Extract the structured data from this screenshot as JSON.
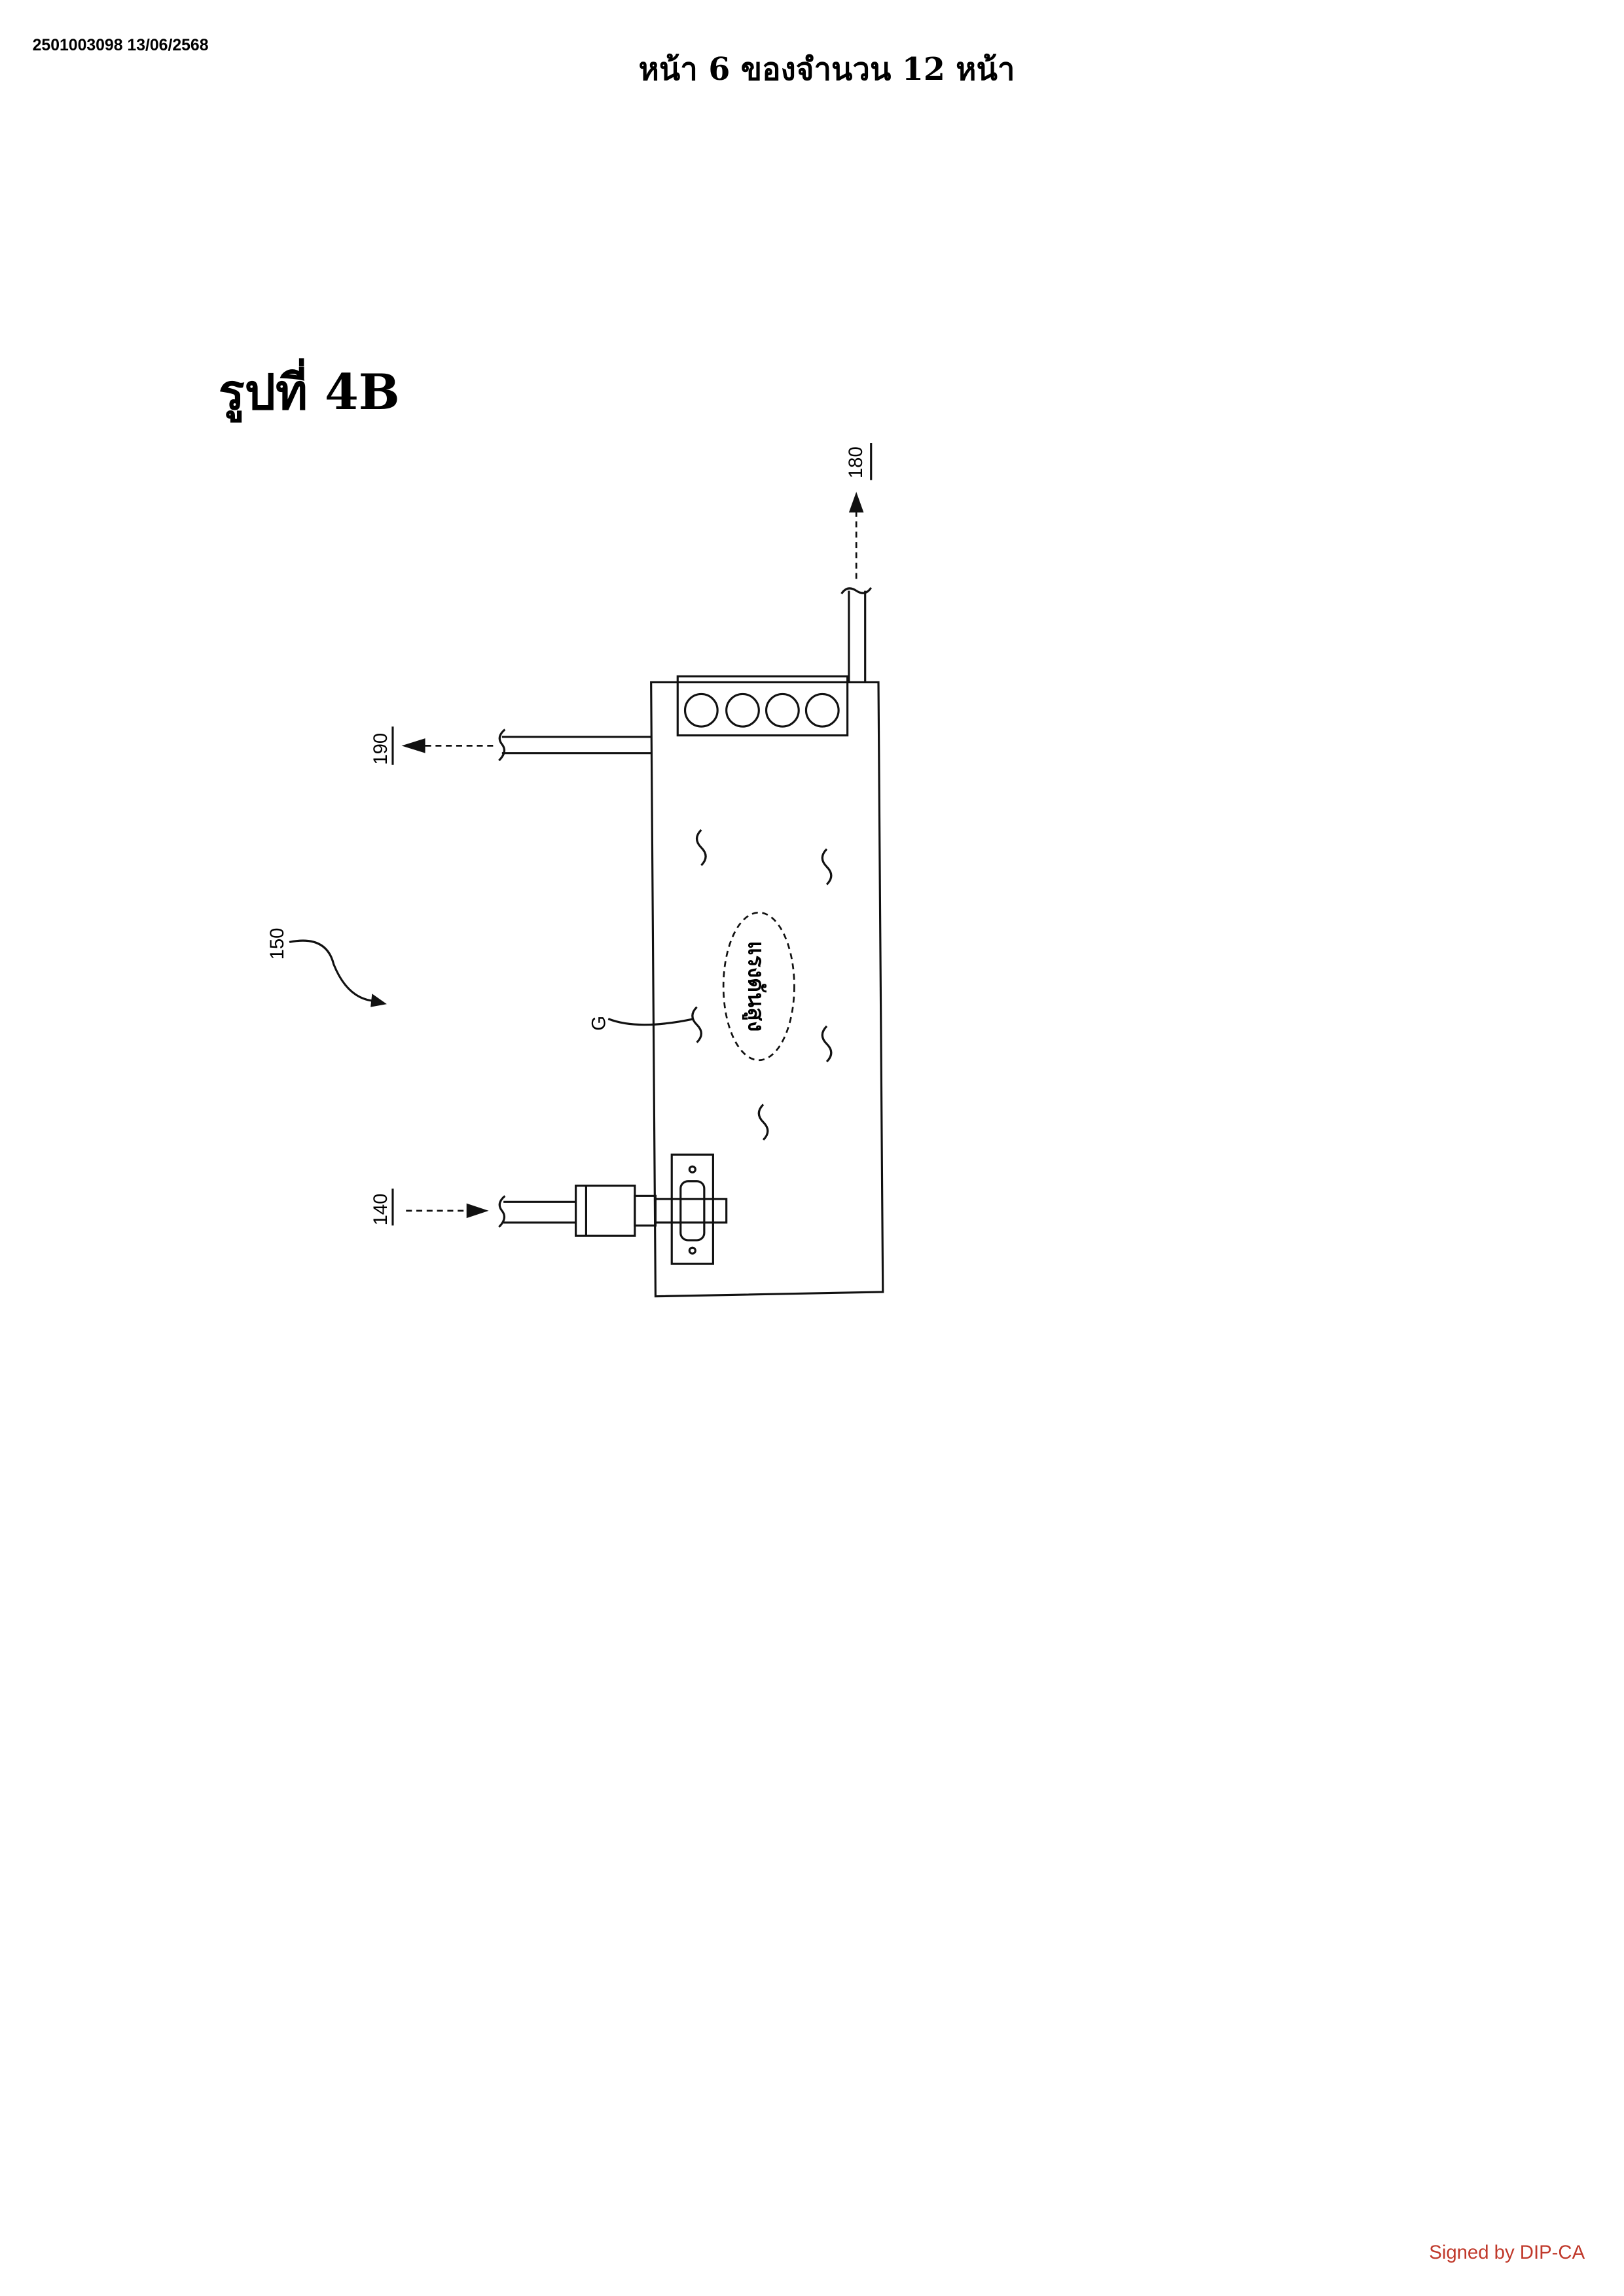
{
  "header": {
    "document_id": "2501003098 13/06/2568",
    "page_info": "หน้า 6 ของจำนวน 12 หน้า"
  },
  "figure": {
    "title": "รูปที่ 4B",
    "labels": {
      "ref_180": "180",
      "ref_190": "190",
      "ref_150": "150",
      "ref_140": "140",
      "ref_g": "G",
      "high_pressure": "แรงดันสูง"
    }
  },
  "footer": {
    "signature": "Signed by DIP-CA",
    "signature_color": "#c0392b"
  }
}
